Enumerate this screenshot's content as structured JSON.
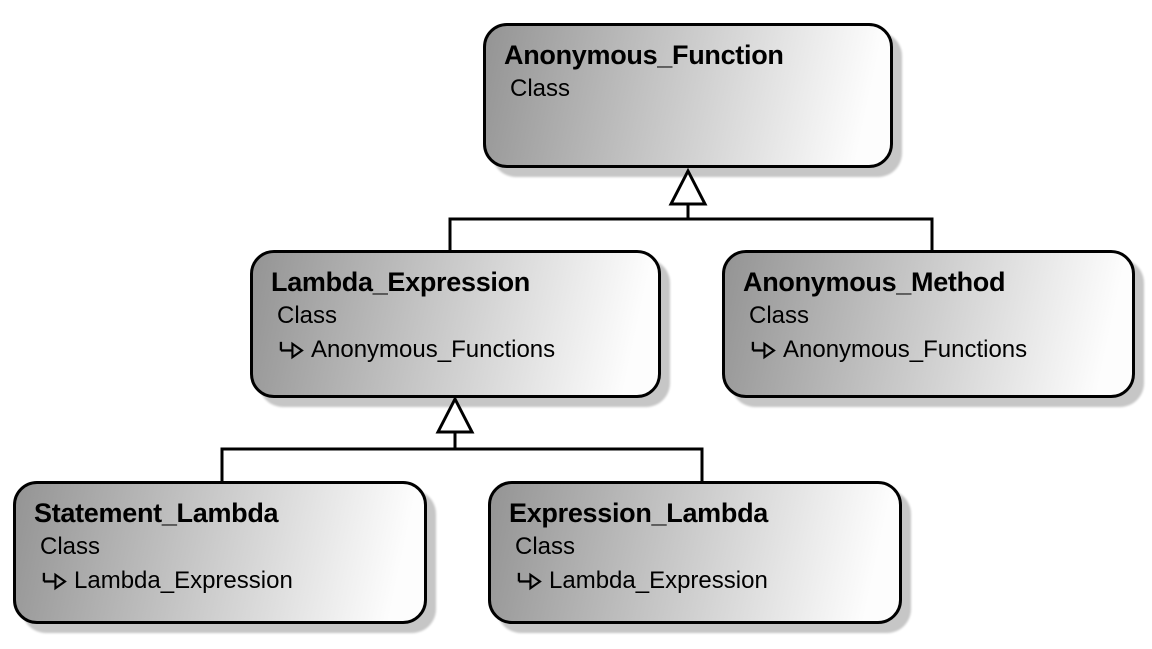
{
  "diagram": {
    "type": "uml-class-hierarchy",
    "colors": {
      "background": "#ffffff",
      "border": "#000000",
      "box_gradient_start": "#949494",
      "box_gradient_end": "#fdfdfd",
      "shadow": "#c6c6c6",
      "connector": "#000000"
    },
    "icons": {
      "inherits_arrow": "inheritance-arrow-icon",
      "generalization": "generalization-triangle-icon"
    },
    "nodes": [
      {
        "id": "anonymous_function",
        "title": "Anonymous_Function",
        "stereotype": "Class",
        "inherits": ""
      },
      {
        "id": "lambda_expression",
        "title": "Lambda_Expression",
        "stereotype": "Class",
        "inherits": "Anonymous_Functions"
      },
      {
        "id": "anonymous_method",
        "title": "Anonymous_Method",
        "stereotype": "Class",
        "inherits": "Anonymous_Functions"
      },
      {
        "id": "statement_lambda",
        "title": "Statement_Lambda",
        "stereotype": "Class",
        "inherits": "Lambda_Expression"
      },
      {
        "id": "expression_lambda",
        "title": "Expression_Lambda",
        "stereotype": "Class",
        "inherits": "Lambda_Expression"
      }
    ],
    "edges": [
      {
        "from": "lambda_expression",
        "to": "anonymous_function",
        "type": "inheritance"
      },
      {
        "from": "anonymous_method",
        "to": "anonymous_function",
        "type": "inheritance"
      },
      {
        "from": "statement_lambda",
        "to": "lambda_expression",
        "type": "inheritance"
      },
      {
        "from": "expression_lambda",
        "to": "lambda_expression",
        "type": "inheritance"
      }
    ]
  }
}
